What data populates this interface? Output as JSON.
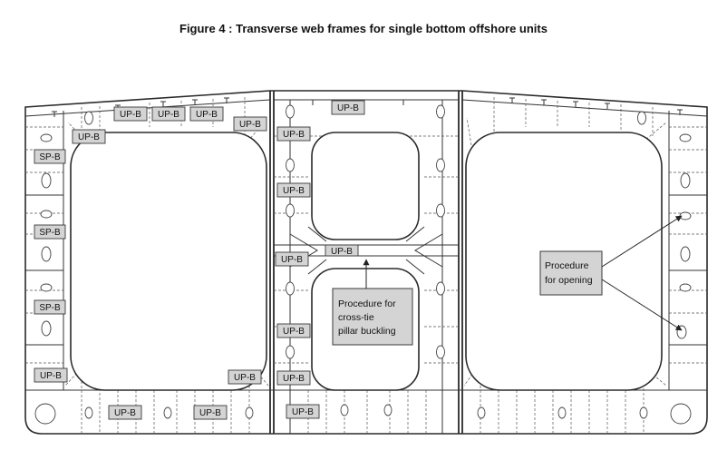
{
  "figure": {
    "title": "Figure 4 : Transverse web frames for single bottom offshore units"
  },
  "labels": {
    "up_b": "UP-B",
    "sp_b": "SP-B"
  },
  "callouts": {
    "pillar": [
      "Procedure for",
      "cross-tie",
      "pillar buckling"
    ],
    "opening": [
      "Procedure",
      "for opening"
    ]
  }
}
